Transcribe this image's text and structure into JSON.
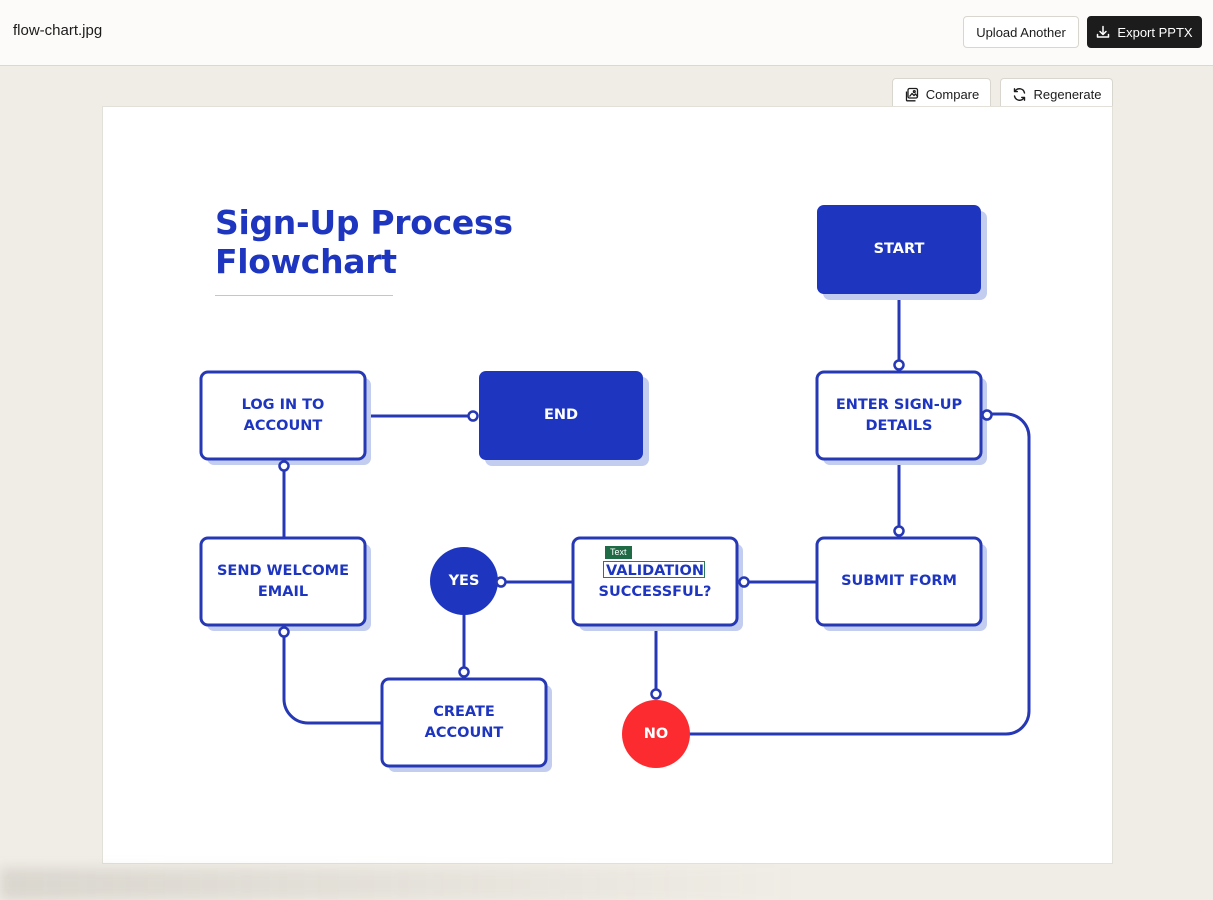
{
  "header": {
    "filename": "flow-chart.jpg",
    "upload_label": "Upload Another",
    "export_label": "Export PPTX"
  },
  "toolbar": {
    "compare_label": "Compare",
    "regenerate_label": "Regenerate"
  },
  "flowchart": {
    "title_line1": "Sign-Up Process",
    "title_line2": "Flowchart",
    "nodes": {
      "start": "START",
      "enter_details": "ENTER SIGN-UP\nDETAILS",
      "submit_form": "SUBMIT FORM",
      "validation": "VALIDATION\nSUCCESSFUL?",
      "yes": "YES",
      "no": "NO",
      "create_account": "CREATE\nACCOUNT",
      "send_email": "SEND WELCOME\nEMAIL",
      "log_in": "LOG IN TO\nACCOUNT",
      "end": "END"
    },
    "selection_tag": "Text"
  },
  "colors": {
    "primary_blue": "#1e36bf",
    "shadow_blue": "#c3cdf0",
    "no_red": "#fb2b2f",
    "export_bg": "#1c1c1c"
  },
  "icons": [
    "download-icon",
    "compare-icon",
    "regenerate-icon"
  ]
}
